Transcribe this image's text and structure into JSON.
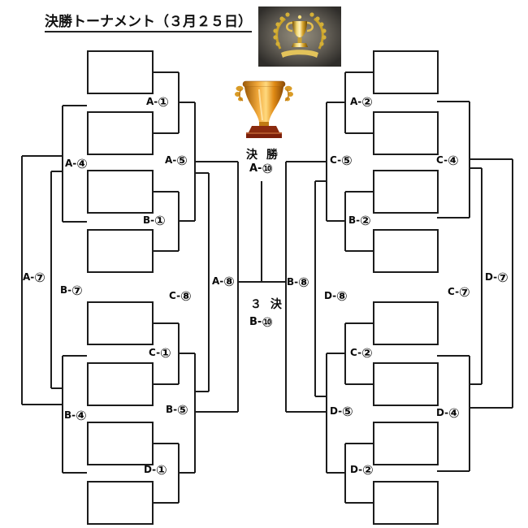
{
  "title": "決勝トーナメント（３月２５日）",
  "final": {
    "heading": "決 勝",
    "match": "A-⑩"
  },
  "third_place": {
    "heading": "３ 決",
    "match": "B-⑩"
  },
  "matches": {
    "a1": "A-①",
    "b1": "B-①",
    "c1": "C-①",
    "d1": "D-①",
    "a4": "A-④",
    "b4": "B-④",
    "a5": "A-⑤",
    "b5": "B-⑤",
    "a7": "A-⑦",
    "b7": "B-⑦",
    "c8": "C-⑧",
    "a8": "A-⑧",
    "a2": "A-②",
    "b2": "B-②",
    "c2": "C-②",
    "d2": "D-②",
    "c4": "C-④",
    "d4": "D-④",
    "c5": "C-⑤",
    "d5": "D-⑤",
    "d7": "D-⑦",
    "c7": "C-⑦",
    "d8": "D-⑧",
    "b8": "B-⑧"
  },
  "icons": {
    "top_trophy": "trophy-photo-gold-laurel",
    "center_trophy": "trophy-clipart-gold"
  },
  "colors": {
    "line": "#1c1c1c",
    "text": "#0a0a0a",
    "gold": "#d9a62e",
    "trophy_base": "#7b2410",
    "photo_background": "#4b4741"
  }
}
